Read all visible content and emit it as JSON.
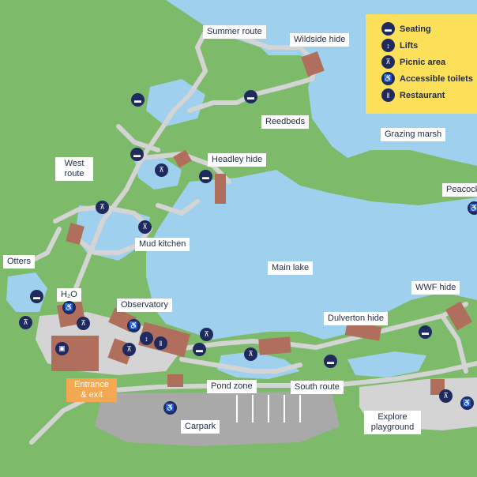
{
  "colors": {
    "grass": "#7dbb6a",
    "water": "#9fd0ee",
    "path": "#d4d4d4",
    "building": "#b06e5c",
    "legend_bg": "#fde05a",
    "icon": "#1f2a5e",
    "carpark": "#a9a9a9"
  },
  "legend": {
    "items": [
      {
        "icon": "seating-icon",
        "glyph": "▬",
        "label": "Seating"
      },
      {
        "icon": "lifts-icon",
        "glyph": "↕",
        "label": "Lifts"
      },
      {
        "icon": "picnic-icon",
        "glyph": "⊼",
        "label": "Picnic area"
      },
      {
        "icon": "accessible-toilets-icon",
        "glyph": "♿",
        "label": "Accessible toilets"
      },
      {
        "icon": "restaurant-icon",
        "glyph": "ǁ",
        "label": "Restaurant"
      }
    ]
  },
  "labels": {
    "summer_route": "Summer route",
    "wildside_hide": "Wildside hide",
    "reedbeds": "Reedbeds",
    "grazing_marsh": "Grazing marsh",
    "peacock": "Peacock",
    "west_route": "West route",
    "headley_hide": "Headley hide",
    "mud_kitchen": "Mud kitchen",
    "otters": "Otters",
    "main_lake": "Main lake",
    "wwf_hide": "WWF hide",
    "h2o": "H₂O",
    "observatory": "Observatory",
    "dulverton_hide": "Dulverton hide",
    "entrance": "Entrance & exit",
    "pond_zone": "Pond zone",
    "south_route": "South route",
    "carpark": "Carpark",
    "explore_playground": "Explore playground"
  }
}
